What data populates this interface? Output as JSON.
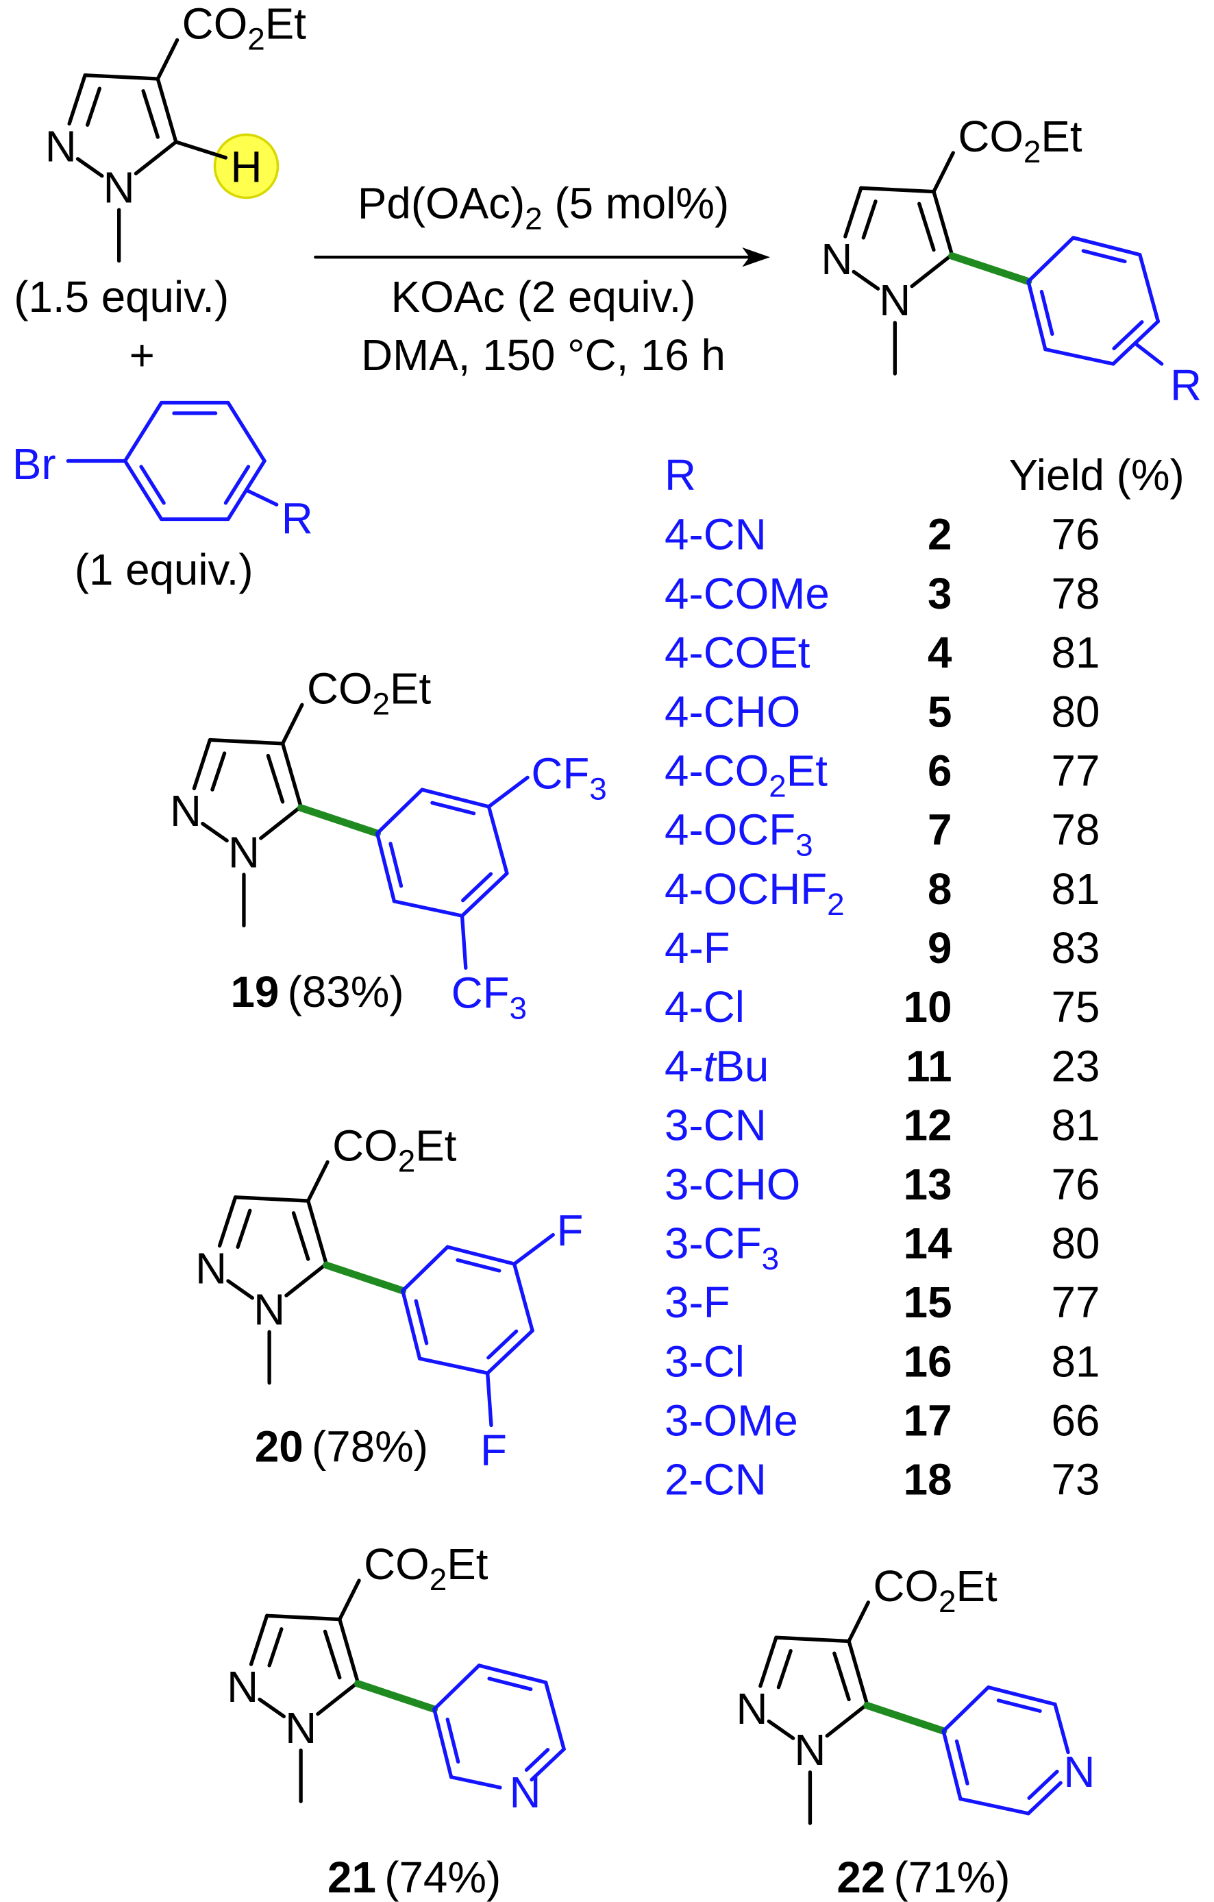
{
  "colors": {
    "black": "#000000",
    "blue": "#1414ff",
    "green": "#1f8a1f",
    "highlight": "#ffff4d"
  },
  "labels": {
    "n": "N",
    "co2et": [
      {
        "t": "CO"
      },
      {
        "t": "2",
        "s": 1
      },
      {
        "t": "Et"
      }
    ]
  },
  "reactant": {
    "h": "H",
    "equiv": "(1.5 equiv.)"
  },
  "plus": "+",
  "aryl_bromide": {
    "br": "Br",
    "r": "R",
    "equiv": "(1 equiv.)"
  },
  "conditions": {
    "line1": [
      {
        "t": "Pd(OAc)"
      },
      {
        "t": "2",
        "s": 1
      },
      {
        "t": "  (5 mol%)"
      }
    ],
    "line2": "KOAc (2 equiv.)",
    "line3": "DMA, 150 °C, 16 h"
  },
  "product": {
    "r": "R"
  },
  "table": {
    "header_r": "R",
    "header_yield": "Yield (%)",
    "rows": [
      {
        "r": [
          {
            "t": "4-CN"
          }
        ],
        "cmpd": "2",
        "yield": "76"
      },
      {
        "r": [
          {
            "t": "4-COMe"
          }
        ],
        "cmpd": "3",
        "yield": "78"
      },
      {
        "r": [
          {
            "t": "4-COEt"
          }
        ],
        "cmpd": "4",
        "yield": "81"
      },
      {
        "r": [
          {
            "t": "4-CHO"
          }
        ],
        "cmpd": "5",
        "yield": "80"
      },
      {
        "r": [
          {
            "t": "4-CO"
          },
          {
            "t": "2",
            "s": 1
          },
          {
            "t": "Et"
          }
        ],
        "cmpd": "6",
        "yield": "77"
      },
      {
        "r": [
          {
            "t": "4-OCF"
          },
          {
            "t": "3",
            "s": 1
          }
        ],
        "cmpd": "7",
        "yield": "78"
      },
      {
        "r": [
          {
            "t": "4-OCHF"
          },
          {
            "t": "2",
            "s": 1
          }
        ],
        "cmpd": "8",
        "yield": "81"
      },
      {
        "r": [
          {
            "t": "4-F"
          }
        ],
        "cmpd": "9",
        "yield": "83"
      },
      {
        "r": [
          {
            "t": "4-Cl"
          }
        ],
        "cmpd": "10",
        "yield": "75"
      },
      {
        "r": [
          {
            "t": "4-"
          },
          {
            "t": "t",
            "i": 1
          },
          {
            "t": "Bu"
          }
        ],
        "cmpd": "11",
        "yield": "23"
      },
      {
        "r": [
          {
            "t": "3-CN"
          }
        ],
        "cmpd": "12",
        "yield": "81"
      },
      {
        "r": [
          {
            "t": "3-CHO"
          }
        ],
        "cmpd": "13",
        "yield": "76"
      },
      {
        "r": [
          {
            "t": "3-CF"
          },
          {
            "t": "3",
            "s": 1
          }
        ],
        "cmpd": "14",
        "yield": "80"
      },
      {
        "r": [
          {
            "t": "3-F"
          }
        ],
        "cmpd": "15",
        "yield": "77"
      },
      {
        "r": [
          {
            "t": "3-Cl"
          }
        ],
        "cmpd": "16",
        "yield": "81"
      },
      {
        "r": [
          {
            "t": "3-OMe"
          }
        ],
        "cmpd": "17",
        "yield": "66"
      },
      {
        "r": [
          {
            "t": "2-CN"
          }
        ],
        "cmpd": "18",
        "yield": "73"
      }
    ]
  },
  "examples": [
    {
      "cmpd": "19",
      "yield": "(83%)",
      "substituent": [
        {
          "t": "CF"
        },
        {
          "t": "3",
          "s": 1
        }
      ]
    },
    {
      "cmpd": "20",
      "yield": "(78%)",
      "substituent": [
        {
          "t": "F"
        }
      ]
    },
    {
      "cmpd": "21",
      "yield": "(74%)",
      "ring_n": "N"
    },
    {
      "cmpd": "22",
      "yield": "(71%)",
      "ring_n": "N"
    }
  ]
}
